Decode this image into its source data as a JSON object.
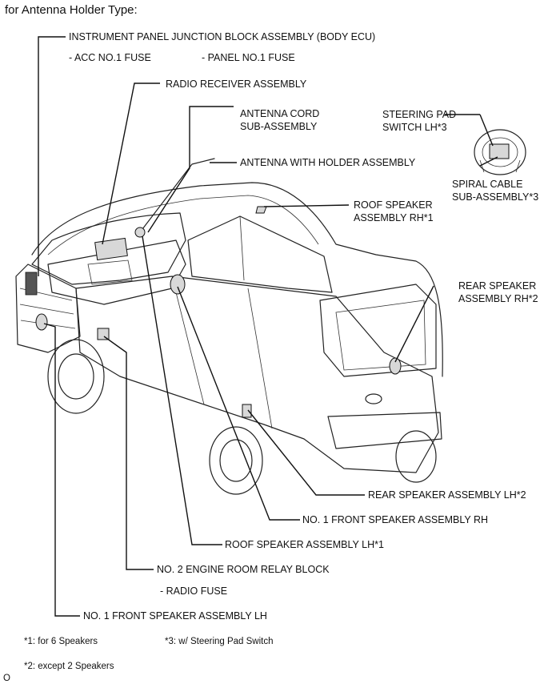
{
  "title": "for Antenna Holder Type:",
  "labels": {
    "instrument_panel_jb": "INSTRUMENT PANEL JUNCTION BLOCK ASSEMBLY (BODY ECU)",
    "acc_fuse": "- ACC NO.1 FUSE",
    "panel_fuse": "- PANEL NO.1 FUSE",
    "radio_receiver": "RADIO RECEIVER ASSEMBLY",
    "antenna_cord_line1": "ANTENNA CORD",
    "antenna_cord_line2": "SUB-ASSEMBLY",
    "antenna_holder": "ANTENNA WITH HOLDER ASSEMBLY",
    "steering_pad_line1": "STEERING PAD",
    "steering_pad_line2": "SWITCH LH*3",
    "spiral_cable_line1": "SPIRAL CABLE",
    "spiral_cable_line2": "SUB-ASSEMBLY*3",
    "roof_speaker_rh_line1": "ROOF SPEAKER",
    "roof_speaker_rh_line2": "ASSEMBLY RH*1",
    "rear_speaker_rh_line1": "REAR SPEAKER",
    "rear_speaker_rh_line2": "ASSEMBLY RH*2",
    "rear_speaker_lh": "REAR SPEAKER ASSEMBLY LH*2",
    "front_speaker_rh": "NO. 1 FRONT SPEAKER ASSEMBLY RH",
    "roof_speaker_lh": "ROOF SPEAKER ASSEMBLY LH*1",
    "engine_relay_block": "NO. 2 ENGINE ROOM RELAY BLOCK",
    "radio_fuse": "- RADIO FUSE",
    "front_speaker_lh": "NO. 1 FRONT SPEAKER ASSEMBLY LH"
  },
  "footnotes": {
    "note1": "*1: for 6 Speakers",
    "note2": "*2: except 2 Speakers",
    "note3": "*3: w/ Steering Pad Switch"
  },
  "corner_mark": "O"
}
